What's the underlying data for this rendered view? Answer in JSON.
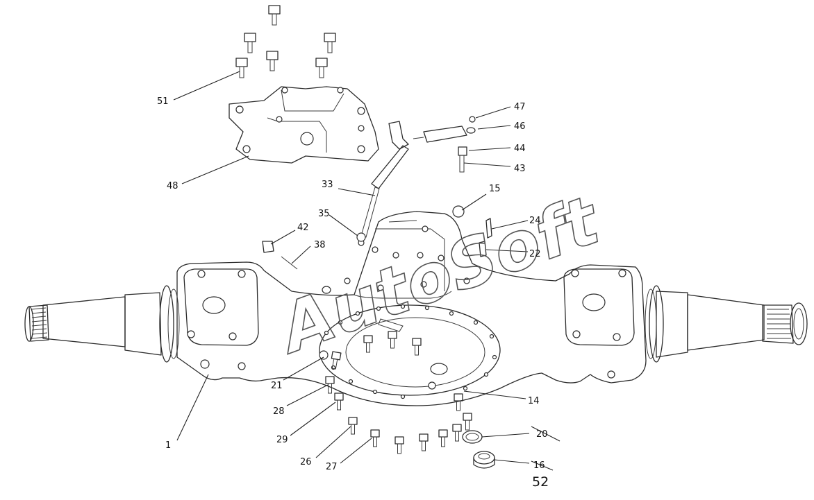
{
  "watermark": "AutoSoft",
  "page_number": "52",
  "callouts": [
    {
      "id": "51"
    },
    {
      "id": "48"
    },
    {
      "id": "47"
    },
    {
      "id": "46"
    },
    {
      "id": "44"
    },
    {
      "id": "43"
    },
    {
      "id": "33"
    },
    {
      "id": "15"
    },
    {
      "id": "35"
    },
    {
      "id": "24"
    },
    {
      "id": "42"
    },
    {
      "id": "38"
    },
    {
      "id": "22"
    },
    {
      "id": "21"
    },
    {
      "id": "28"
    },
    {
      "id": "29"
    },
    {
      "id": "14"
    },
    {
      "id": "1"
    },
    {
      "id": "26"
    },
    {
      "id": "27"
    },
    {
      "id": "20"
    },
    {
      "id": "16"
    }
  ]
}
